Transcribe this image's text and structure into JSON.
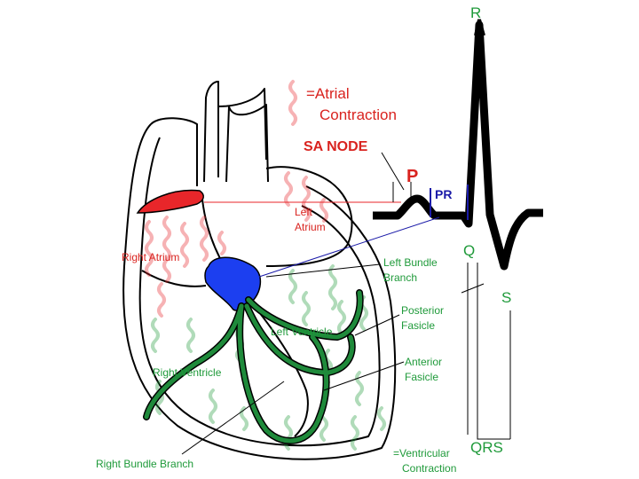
{
  "labels": {
    "atrial_contraction_1": "=Atrial",
    "atrial_contraction_2": "Contraction",
    "sa_node": "SA NODE",
    "p": "P",
    "pr": "PR",
    "r": "R",
    "q": "Q",
    "s": "S",
    "qrs": "QRS",
    "left_atrium_1": "Left",
    "left_atrium_2": "Atrium",
    "right_atrium": "Right Atrium",
    "left_bundle_branch_1": "Left Bundle",
    "left_bundle_branch_2": "Branch",
    "posterior_fasicle_1": "Posterior",
    "posterior_fasicle_2": "Fasicle",
    "left_ventricle": "Left Ventricle",
    "anterior_fasicle_1": "Anterior",
    "anterior_fasicle_2": "Fasicle",
    "right_ventricle": "Right Ventricle",
    "right_bundle_branch": "Right Bundle Branch",
    "ventricular_contraction_1": "=Ventricular",
    "ventricular_contraction_2": "Contraction"
  },
  "colors": {
    "atrial_red": "#e8262a",
    "av_node_blue": "#1c3ff0",
    "purkinje_green": "#1f8a3b",
    "ecg_black": "#000000",
    "pr_blue": "#1a1aa8"
  }
}
